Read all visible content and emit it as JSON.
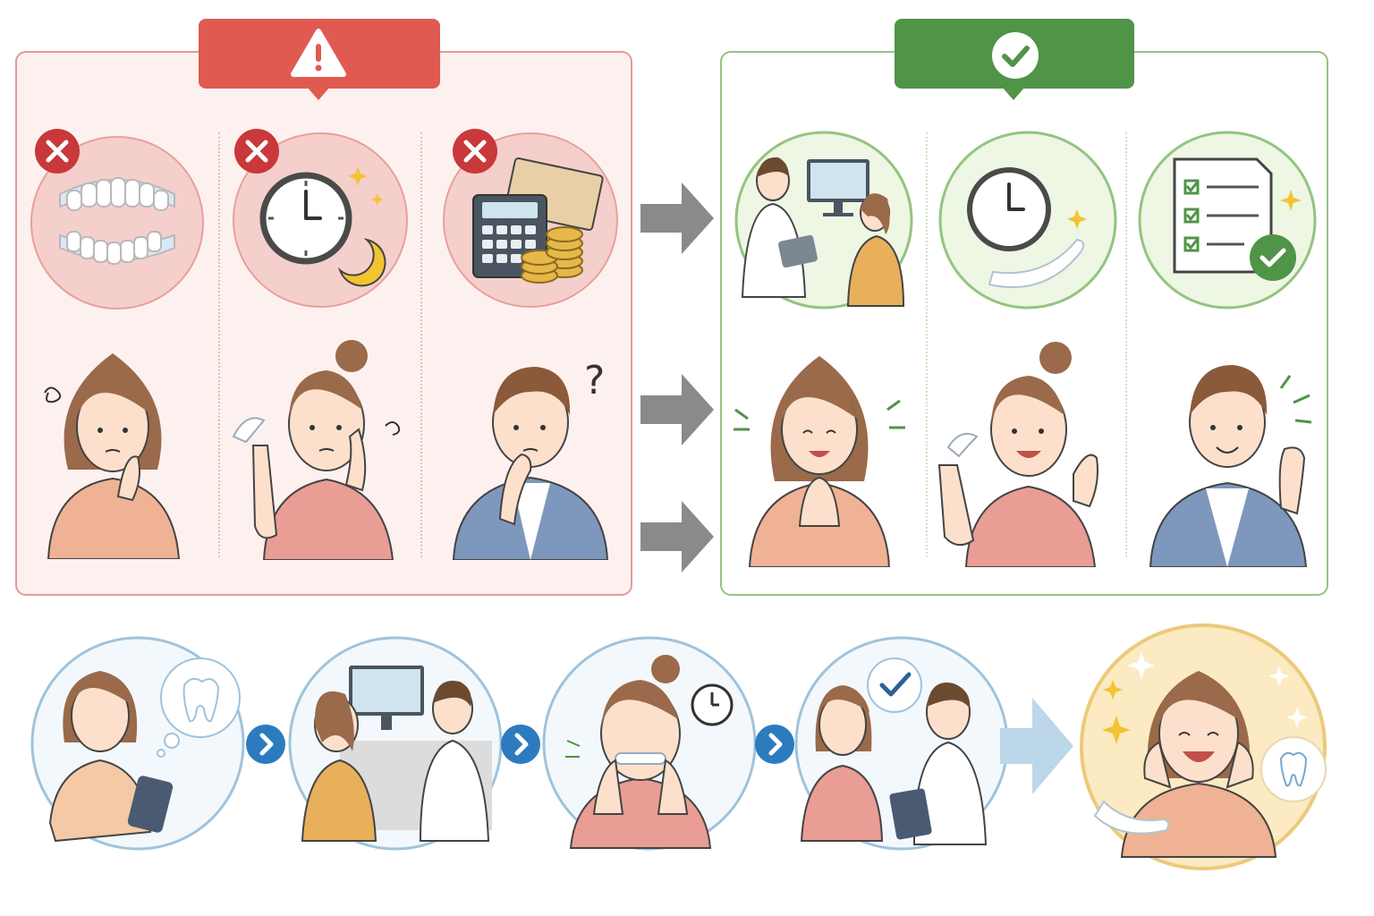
{
  "colors": {
    "problem_accent": "#e05a52",
    "problem_border": "#e39a96",
    "problem_bg": "#fdf1f0",
    "problem_circle": "#f5cfcc",
    "solution_accent": "#4f9447",
    "solution_border": "#93c47f",
    "solution_bg": "#ffffff",
    "solution_circle": "#eef6e4",
    "flow_circle_border": "#9fc3dc",
    "flow_circle_bg": "#f3f8fc",
    "flow_chevron": "#2d7bbf",
    "result_bg": "#fbeac2",
    "result_border": "#ecc97a",
    "arrow_gray": "#8a8a8a",
    "arrow_light_blue": "#bcd6ea"
  },
  "problem_panel": {
    "header_icon": "warning-icon",
    "items": [
      {
        "icon": "misaligned-teeth-icon",
        "mark": "x-mark-icon",
        "person": "worried-woman"
      },
      {
        "icon": "clock-moon-icon",
        "mark": "x-mark-icon",
        "person": "uncomfortable-woman-with-aligner"
      },
      {
        "icon": "calculator-money-icon",
        "mark": "x-mark-icon",
        "person": "confused-man"
      }
    ]
  },
  "solution_panel": {
    "header_icon": "check-circle-icon",
    "items": [
      {
        "icon": "doctor-consultation-icon",
        "person": "happy-woman"
      },
      {
        "icon": "clock-aligner-icon",
        "person": "smiling-woman-ok-sign"
      },
      {
        "icon": "checklist-icon",
        "person": "confident-man"
      }
    ]
  },
  "flow_steps": [
    {
      "scene": "research-on-phone",
      "icon": "tooth-thought-icon"
    },
    {
      "scene": "scan-consultation",
      "icon": "monitor-scan-icon"
    },
    {
      "scene": "wearing-aligner",
      "icon": "clock-icon"
    },
    {
      "scene": "checkup-with-doctor",
      "icon": "check-bubble-icon"
    }
  ],
  "result": {
    "scene": "happy-smile-result",
    "icon": "sparkling-tooth-icon"
  }
}
